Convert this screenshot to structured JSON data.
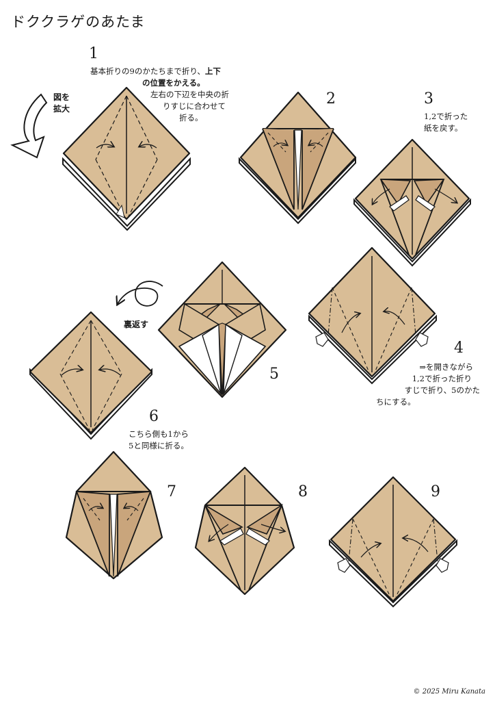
{
  "title": "ドククラゲのあたま",
  "paper_color": "#d9bd96",
  "steps": [
    {
      "number": "1",
      "line1": "基本折りの9のかたちまで折り、",
      "bold1": "上下",
      "bold2": "の位置をかえる。",
      "line2": "左右の下辺を中央の折",
      "line3": "りすじに合わせて",
      "line4": "折る。"
    },
    {
      "number": "2"
    },
    {
      "number": "3",
      "line1": "1,2で折った",
      "line2": "紙を戻す。"
    },
    {
      "number": "4",
      "line1": "⇒を開きながら",
      "line2": "1,2で折った折り",
      "line3": "すじで折り、5のかた",
      "line4": "ちにする。"
    },
    {
      "number": "5"
    },
    {
      "number": "6",
      "line1": "こちら側も1から",
      "line2": "5と同様に折る。"
    },
    {
      "number": "7"
    },
    {
      "number": "8"
    },
    {
      "number": "9"
    }
  ],
  "zoom_label_1": "図を",
  "zoom_label_2": "拡大",
  "flip_label": "裏返す",
  "copyright": "© 2025 Miru Kanata"
}
